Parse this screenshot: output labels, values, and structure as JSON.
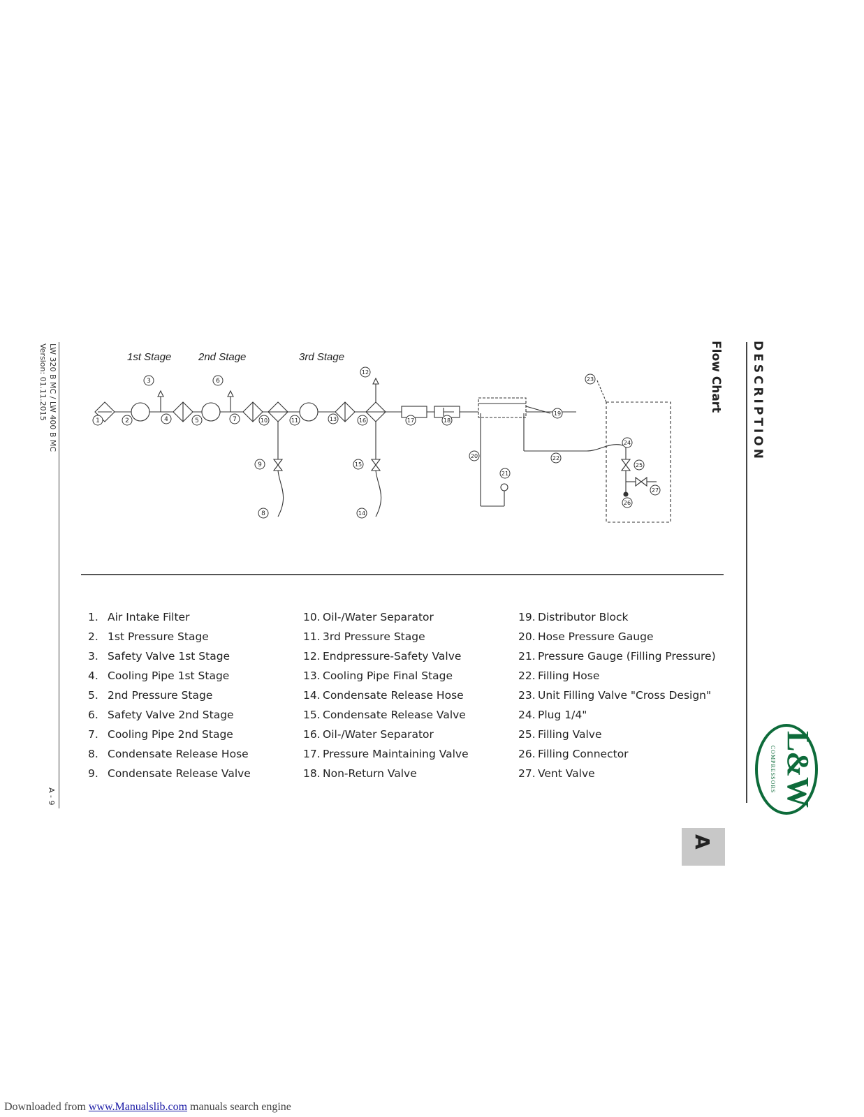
{
  "header": {
    "section": "DESCRIPTION",
    "subtitle": "Flow Chart"
  },
  "diagram": {
    "stage_labels": [
      "1st Stage",
      "2nd Stage",
      "3rd Stage"
    ],
    "callouts": [
      "1",
      "2",
      "3",
      "4",
      "5",
      "6",
      "7",
      "8",
      "9",
      "10",
      "11",
      "12",
      "13",
      "14",
      "15",
      "16",
      "17",
      "18",
      "19",
      "20",
      "21",
      "22",
      "23",
      "24",
      "25",
      "26",
      "27"
    ]
  },
  "legend": {
    "columns": [
      [
        {
          "num": "1.",
          "text": "Air Intake Filter"
        },
        {
          "num": "2.",
          "text": "1st Pressure Stage"
        },
        {
          "num": "3.",
          "text": "Safety Valve 1st Stage"
        },
        {
          "num": "4.",
          "text": "Cooling Pipe 1st Stage"
        },
        {
          "num": "5.",
          "text": "2nd Pressure Stage"
        },
        {
          "num": "6.",
          "text": "Safety Valve 2nd Stage"
        },
        {
          "num": "7.",
          "text": "Cooling Pipe 2nd Stage"
        },
        {
          "num": "8.",
          "text": "Condensate Release Hose"
        },
        {
          "num": "9.",
          "text": "Condensate Release Valve"
        }
      ],
      [
        {
          "num": "10.",
          "text": "Oil-/Water Separator"
        },
        {
          "num": "11.",
          "text": "3rd Pressure Stage"
        },
        {
          "num": "12.",
          "text": "Endpressure-Safety Valve"
        },
        {
          "num": "13.",
          "text": "Cooling Pipe Final Stage"
        },
        {
          "num": "14.",
          "text": "Condensate Release Hose"
        },
        {
          "num": "15.",
          "text": "Condensate Release Valve"
        },
        {
          "num": "16.",
          "text": "Oil-/Water Separator"
        },
        {
          "num": "17.",
          "text": "Pressure Maintaining Valve"
        },
        {
          "num": "18.",
          "text": "Non-Return Valve"
        }
      ],
      [
        {
          "num": "19.",
          "text": "Distributor Block"
        },
        {
          "num": "20.",
          "text": "Hose Pressure Gauge"
        },
        {
          "num": "21.",
          "text": "Pressure Gauge (Filling Pressure)"
        },
        {
          "num": "22.",
          "text": "Filling Hose"
        },
        {
          "num": "23.",
          "text": "Unit Filling Valve \"Cross Design\""
        },
        {
          "num": "24.",
          "text": "Plug 1/4\""
        },
        {
          "num": "25.",
          "text": "Filling Valve"
        },
        {
          "num": "26.",
          "text": "Filling Connector"
        },
        {
          "num": "27.",
          "text": "Vent Valve"
        }
      ]
    ]
  },
  "doc_info": {
    "line1": "LW 320 B MC / LW 400 B MC",
    "line2": "Version: 01.11.2015",
    "page": "A - 9"
  },
  "tab": {
    "letter": "A"
  },
  "logo": {
    "mark": "L&W",
    "subtext": "COMPRESSORS",
    "color": "#0d6b3a"
  },
  "footer": {
    "prefix": "Downloaded from ",
    "link": "www.Manualslib.com",
    "suffix": " manuals search engine"
  }
}
